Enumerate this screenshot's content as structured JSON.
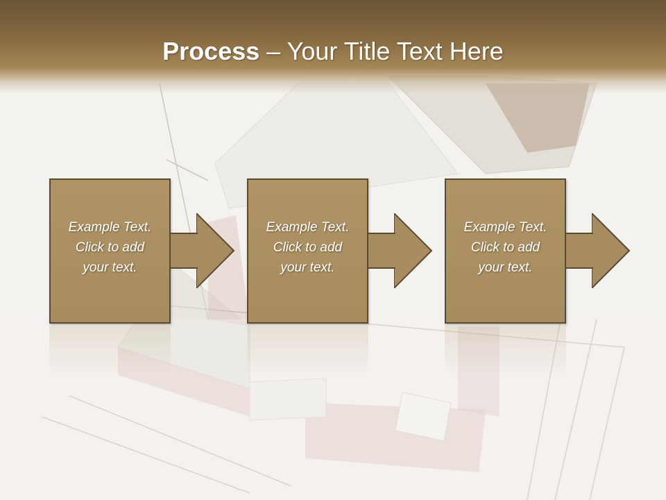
{
  "slide": {
    "title_bold": "Process",
    "title_rest": " – Your Title Text Here"
  },
  "steps": [
    {
      "text": "Example Text.\nClick  to add\nyour text."
    },
    {
      "text": "Example Text.\nClick  to add\nyour text."
    },
    {
      "text": "Example Text.\nClick  to add\nyour text."
    }
  ],
  "colors": {
    "title_bar": "#85693f",
    "box_fill": "#a68c5e",
    "box_border": "#5a4a32",
    "arrow_fill": "#a68c5e",
    "text": "#ffffff"
  },
  "background": {
    "description_icon": "house-blueprint-image"
  }
}
